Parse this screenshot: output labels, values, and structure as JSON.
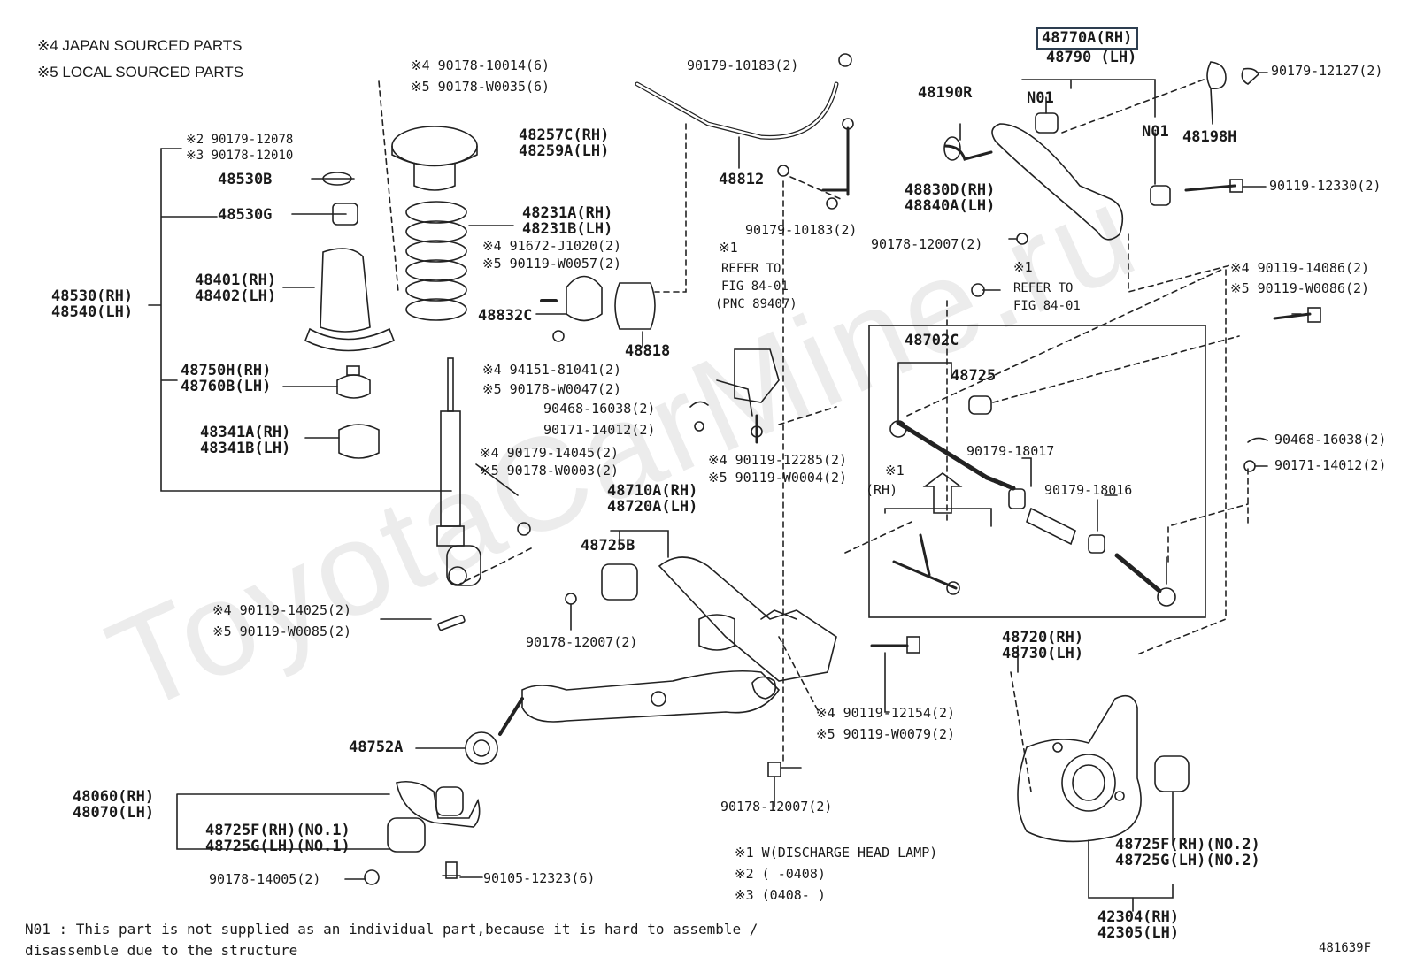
{
  "watermark": "ToyotaCarMine.ru",
  "legend": [
    "※4 JAPAN SOURCED PARTS",
    "※5 LOCAL SOURCED PARTS"
  ],
  "highlight": "48770A(RH)",
  "labels": {
    "p48790": "48790 (LH)",
    "p90179_12127": "90179-12127(2)",
    "p48190R": "48190R",
    "n01a": "N01",
    "n01b": "N01",
    "p48198H": "48198H",
    "p90119_12330": "90119-12330(2)",
    "p90179_10183a": "90179-10183(2)",
    "p48812": "48812",
    "p90179_10183b": "90179-10183(2)",
    "p48830D": "48830D(RH)",
    "p48840A": "48840A(LH)",
    "p90178_12007a": "90178-12007(2)",
    "ref1_mark": "※1",
    "ref1_text1": "REFER TO",
    "ref1_text2": "FIG 84-01",
    "ref2_mark": "※1",
    "ref2_text1": "REFER TO",
    "ref2_text2": "FIG 84-01",
    "ref2_text3": "(PNC 89407)",
    "p90119_14086": "※4 90119-14086(2)",
    "p90119_W0086": "※5 90119-W0086(2)",
    "p48702C": "48702C",
    "p48725": "48725",
    "p90179_18017": "90179-18017",
    "p90179_18016": "90179-18016",
    "rh_mark": "※1",
    "rh_text": "(RH)",
    "p90468_16038b": "90468-16038(2)",
    "p90171_14012b": "90171-14012(2)",
    "p48720": "48720(RH)",
    "p48730": "48730(LH)",
    "p90178_10014": "※4 90178-10014(6)",
    "p90178_W0035": "※5 90178-W0035(6)",
    "p48257C": "48257C(RH)",
    "p48259A": "48259A(LH)",
    "p90179_12078": "※2  90179-12078",
    "p90178_12010": "※3  90178-12010",
    "p48530B": "48530B",
    "p48530G": "48530G",
    "p48231A": "48231A(RH)",
    "p48231B": "48231B(LH)",
    "p91672": "※4 91672-J1020(2)",
    "p90119_W0057": "※5 90119-W0057(2)",
    "p48530": "48530(RH)",
    "p48540": "48540(LH)",
    "p48401": "48401(RH)",
    "p48402": "48402(LH)",
    "p48832C": "48832C",
    "p48818": "48818",
    "p94151": "※4 94151-81041(2)",
    "p90178_W0047": "※5 90178-W0047(2)",
    "p90468_16038a": "90468-16038(2)",
    "p90171_14012a": "90171-14012(2)",
    "p48750H": "48750H(RH)",
    "p48760B": "48760B(LH)",
    "p48341A": "48341A(RH)",
    "p48341B": "48341B(LH)",
    "p90179_14045": "※4 90179-14045(2)",
    "p90178_W0003": "※5 90178-W0003(2)",
    "p90119_12285": "※4 90119-12285(2)",
    "p90119_W0004": "※5 90119-W0004(2)",
    "p48710A": "48710A(RH)",
    "p48720A": "48720A(LH)",
    "p48725B": "48725B",
    "p90119_14025": "※4 90119-14025(2)",
    "p90119_W0085": "※5 90119-W0085(2)",
    "p90178_12007b": "90178-12007(2)",
    "p90119_12154": "※4 90119-12154(2)",
    "p90119_W0079": "※5 90119-W0079(2)",
    "p48752A": "48752A",
    "p48060": "48060(RH)",
    "p48070": "48070(LH)",
    "p48725F1": "48725F(RH)(NO.1)",
    "p48725G1": "48725G(LH)(NO.1)",
    "p90178_14005": "90178-14005(2)",
    "p90105_12323": "90105-12323(6)",
    "p90178_12007c": "90178-12007(2)",
    "p48725F2": "48725F(RH)(NO.2)",
    "p48725G2": "48725G(LH)(NO.2)",
    "p42304": "42304(RH)",
    "p42305": "42305(LH)"
  },
  "footnotes": [
    "※1   W(DISCHARGE HEAD LAMP)",
    "※2   (      -0408)",
    "※3   (0408-      )"
  ],
  "note_lines": [
    "N01 : This part is not supplied as an individual part,because it is hard to assemble /",
    "      disassemble due to the structure"
  ],
  "figure_code": "481639F"
}
